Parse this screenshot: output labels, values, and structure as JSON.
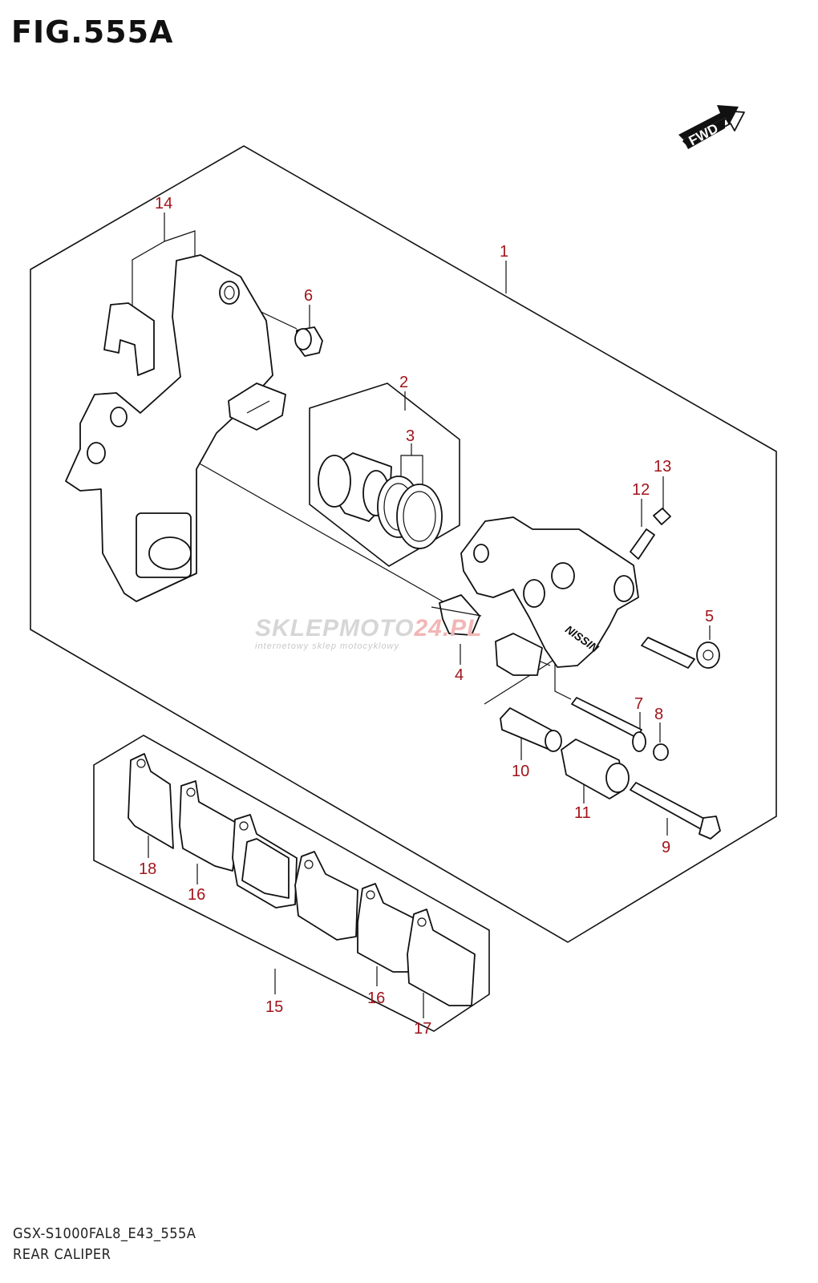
{
  "figure": {
    "title": "FIG.555A",
    "model_code": "GSX-S1000FAL8_E43_555A",
    "section_name": "REAR CALIPER"
  },
  "fwd_badge": "FWD",
  "watermark": {
    "brand_part1": "SKLEPMOTO",
    "brand_part2": "24.PL",
    "tagline": "internetowy sklep motocyklowy"
  },
  "caliper_marking": "NISSIN",
  "callouts": [
    "1",
    "2",
    "3",
    "4",
    "5",
    "6",
    "7",
    "8",
    "9",
    "10",
    "11",
    "12",
    "13",
    "14",
    "15",
    "16",
    "16",
    "17",
    "18"
  ],
  "colors": {
    "callout": "#a0141b",
    "line": "#111111"
  }
}
